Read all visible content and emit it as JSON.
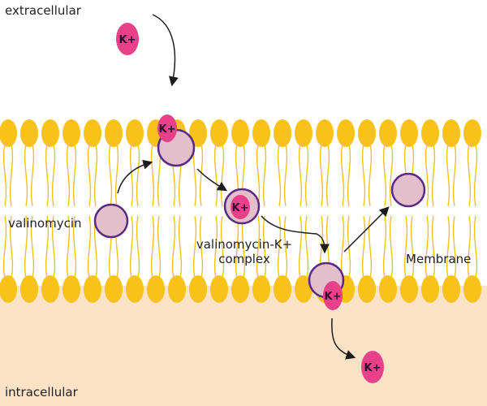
{
  "labels": {
    "extracellular": "extracellular",
    "intracellular": "intracellular",
    "valinomycin": "valinomycin",
    "complex_line1": "valinomycin-K+",
    "complex_line2": "complex",
    "membrane": "Membrane"
  },
  "ion_label": "K+",
  "colors": {
    "lipid_head": "#F8C21A",
    "lipid_tail": "#F2C21C",
    "intracellular_fill": "#FCE3C7",
    "valinomycin_fill": "#E3BECB",
    "valinomycin_ring": "#5B2A82",
    "k_ion": "#E8418A",
    "arrow": "#1c1c1c"
  }
}
